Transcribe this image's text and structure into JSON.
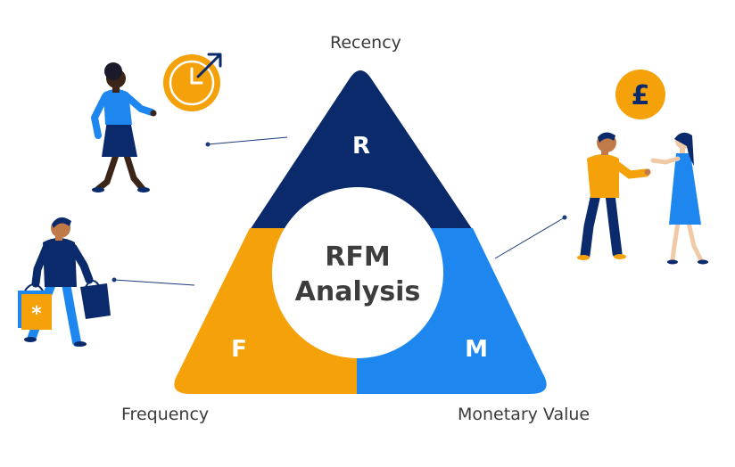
{
  "labels": {
    "recency": "Recency",
    "frequency": "Frequency",
    "monetary": "Monetary Value"
  },
  "segments": {
    "r": "R",
    "f": "F",
    "m": "M"
  },
  "center": {
    "line1": "RFM",
    "line2": "Analysis"
  },
  "currency_symbol": "£",
  "colors": {
    "recency": "#0a2a6b",
    "frequency": "#f5a20a",
    "monetary": "#1e87ef",
    "center_text": "#3d3d3d",
    "connector": "#1b3a7a"
  },
  "icons": {
    "clock": "clock-arrow-icon",
    "coin": "pound-coin-icon",
    "bag": "shopping-bag-icon"
  }
}
